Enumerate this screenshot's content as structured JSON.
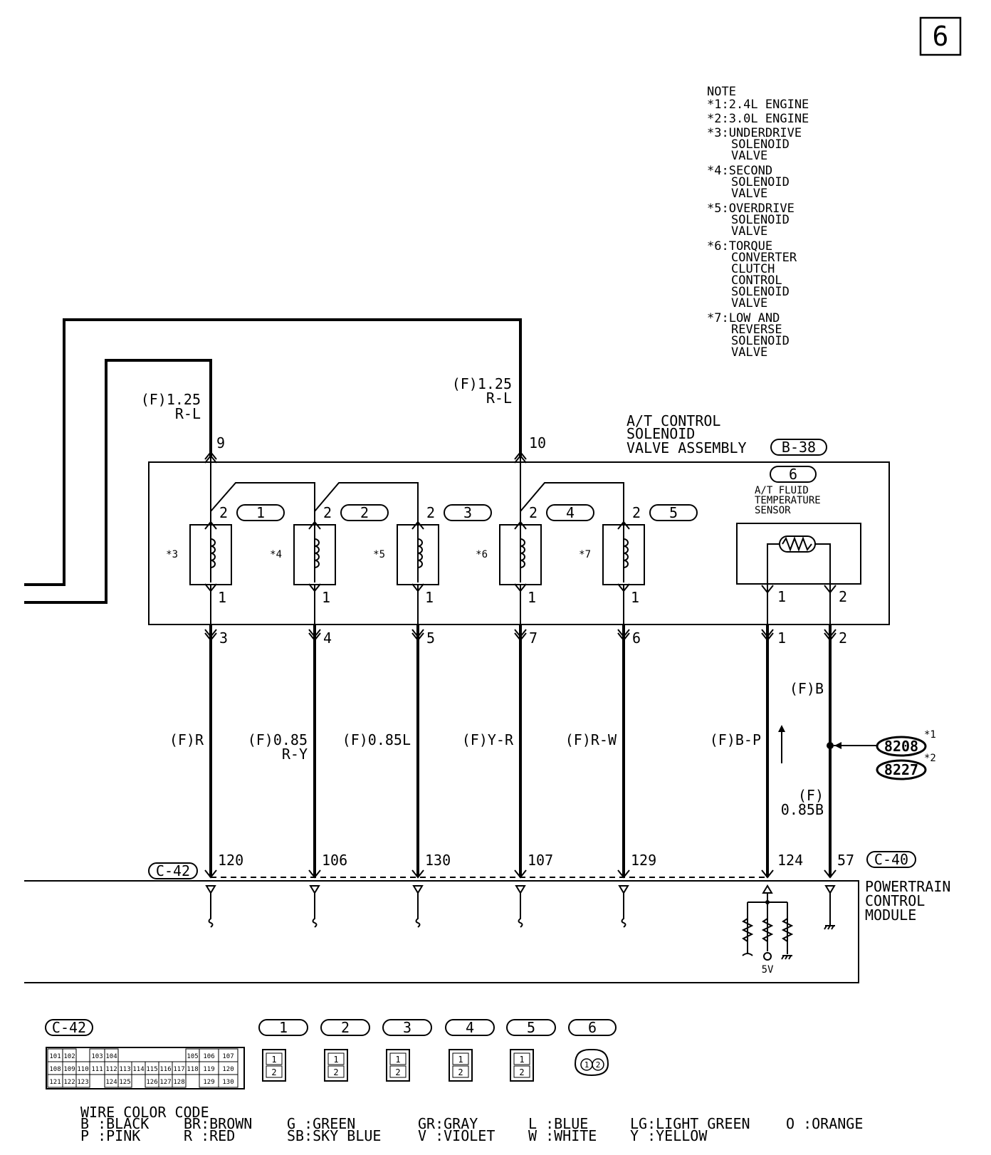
{
  "page_number": "6",
  "note": {
    "title": "NOTE",
    "lines": [
      "*1:2.4L ENGINE",
      "*2:3.0L ENGINE",
      "*3:UNDERDRIVE",
      "SOLENOID",
      "VALVE",
      "*4:SECOND",
      "SOLENOID",
      "VALVE",
      "*5:OVERDRIVE",
      "SOLENOID",
      "VALVE",
      "*6:TORQUE",
      "CONVERTER",
      "CLUTCH",
      "CONTROL",
      "SOLENOID",
      "VALVE",
      "*7:LOW AND",
      "REVERSE",
      "SOLENOID",
      "VALVE"
    ]
  },
  "assembly": {
    "title_lines": [
      "A/T CONTROL",
      "SOLENOID",
      "VALVE ASSEMBLY"
    ],
    "connector": "B-38"
  },
  "supply": {
    "left": {
      "spec": "(F)1.25",
      "color": "R-L",
      "pin": "9"
    },
    "right": {
      "spec": "(F)1.25",
      "color": "R-L",
      "pin": "10"
    }
  },
  "solenoids": [
    {
      "tag": "*3",
      "top_pin": "2",
      "connector": "1",
      "bottom_pin": "1",
      "harness_pin": "3",
      "wire": "(F)R",
      "wire2": "",
      "pcm_pin": "120"
    },
    {
      "tag": "*4",
      "top_pin": "2",
      "connector": "2",
      "bottom_pin": "1",
      "harness_pin": "4",
      "wire": "(F)0.85",
      "wire2": "R-Y",
      "pcm_pin": "106"
    },
    {
      "tag": "*5",
      "top_pin": "2",
      "connector": "3",
      "bottom_pin": "1",
      "harness_pin": "5",
      "wire": "(F)0.85L",
      "wire2": "",
      "pcm_pin": "130"
    },
    {
      "tag": "*6",
      "top_pin": "2",
      "connector": "4",
      "bottom_pin": "1",
      "harness_pin": "7",
      "wire": "(F)Y-R",
      "wire2": "",
      "pcm_pin": "107"
    },
    {
      "tag": "*7",
      "top_pin": "2",
      "connector": "5",
      "bottom_pin": "1",
      "harness_pin": "6",
      "wire": "(F)R-W",
      "wire2": "",
      "pcm_pin": "129"
    }
  ],
  "sensor": {
    "connector": "6",
    "title_lines": [
      "A/T FLUID",
      "TEMPERATURE",
      "SENSOR"
    ],
    "pin1": "1",
    "pin2": "2",
    "harness_pin1": "1",
    "harness_pin2": "2",
    "wire1": "(F)B-P",
    "wire2_top": "(F)B",
    "wire2_bottom_1": "(F)",
    "wire2_bottom_2": "0.85B",
    "pcm_pin1": "124",
    "pcm_pin2": "57",
    "pcm_connector2": "C-40"
  },
  "grounds": [
    {
      "id": "8208",
      "mark": "*1"
    },
    {
      "id": "8227",
      "mark": "*2"
    }
  ],
  "pcm": {
    "connector": "C-42",
    "title_lines": [
      "POWERTRAIN",
      "CONTROL",
      "MODULE"
    ],
    "voltage": "5V"
  },
  "connector_views": {
    "c42_label": "C-42",
    "c42_rows": [
      [
        "101",
        "102",
        "",
        "103",
        "104",
        "",
        "",
        "",
        "",
        "",
        "105",
        "106",
        "107"
      ],
      [
        "108",
        "109",
        "110",
        "111",
        "112",
        "113",
        "114",
        "115",
        "116",
        "117",
        "118",
        "119",
        "120"
      ],
      [
        "121",
        "122",
        "123",
        "",
        "124",
        "125",
        "",
        "126",
        "127",
        "128",
        "",
        "129",
        "130"
      ]
    ],
    "small": [
      {
        "label": "1",
        "pins": [
          "1",
          "2"
        ]
      },
      {
        "label": "2",
        "pins": [
          "1",
          "2"
        ]
      },
      {
        "label": "3",
        "pins": [
          "1",
          "2"
        ]
      },
      {
        "label": "4",
        "pins": [
          "1",
          "2"
        ]
      },
      {
        "label": "5",
        "pins": [
          "1",
          "2"
        ]
      }
    ],
    "round": {
      "label": "6",
      "pins": [
        "1",
        "2"
      ]
    }
  },
  "wire_color_code": {
    "title": "WIRE COLOR CODE",
    "row1": [
      "B :BLACK",
      "BR:BROWN",
      "G :GREEN",
      "GR:GRAY",
      "L :BLUE",
      "LG:LIGHT GREEN",
      "O :ORANGE"
    ],
    "row2": [
      "P :PINK",
      "R :RED",
      "SB:SKY BLUE",
      "V :VIOLET",
      "W :WHITE",
      "Y :YELLOW"
    ]
  }
}
